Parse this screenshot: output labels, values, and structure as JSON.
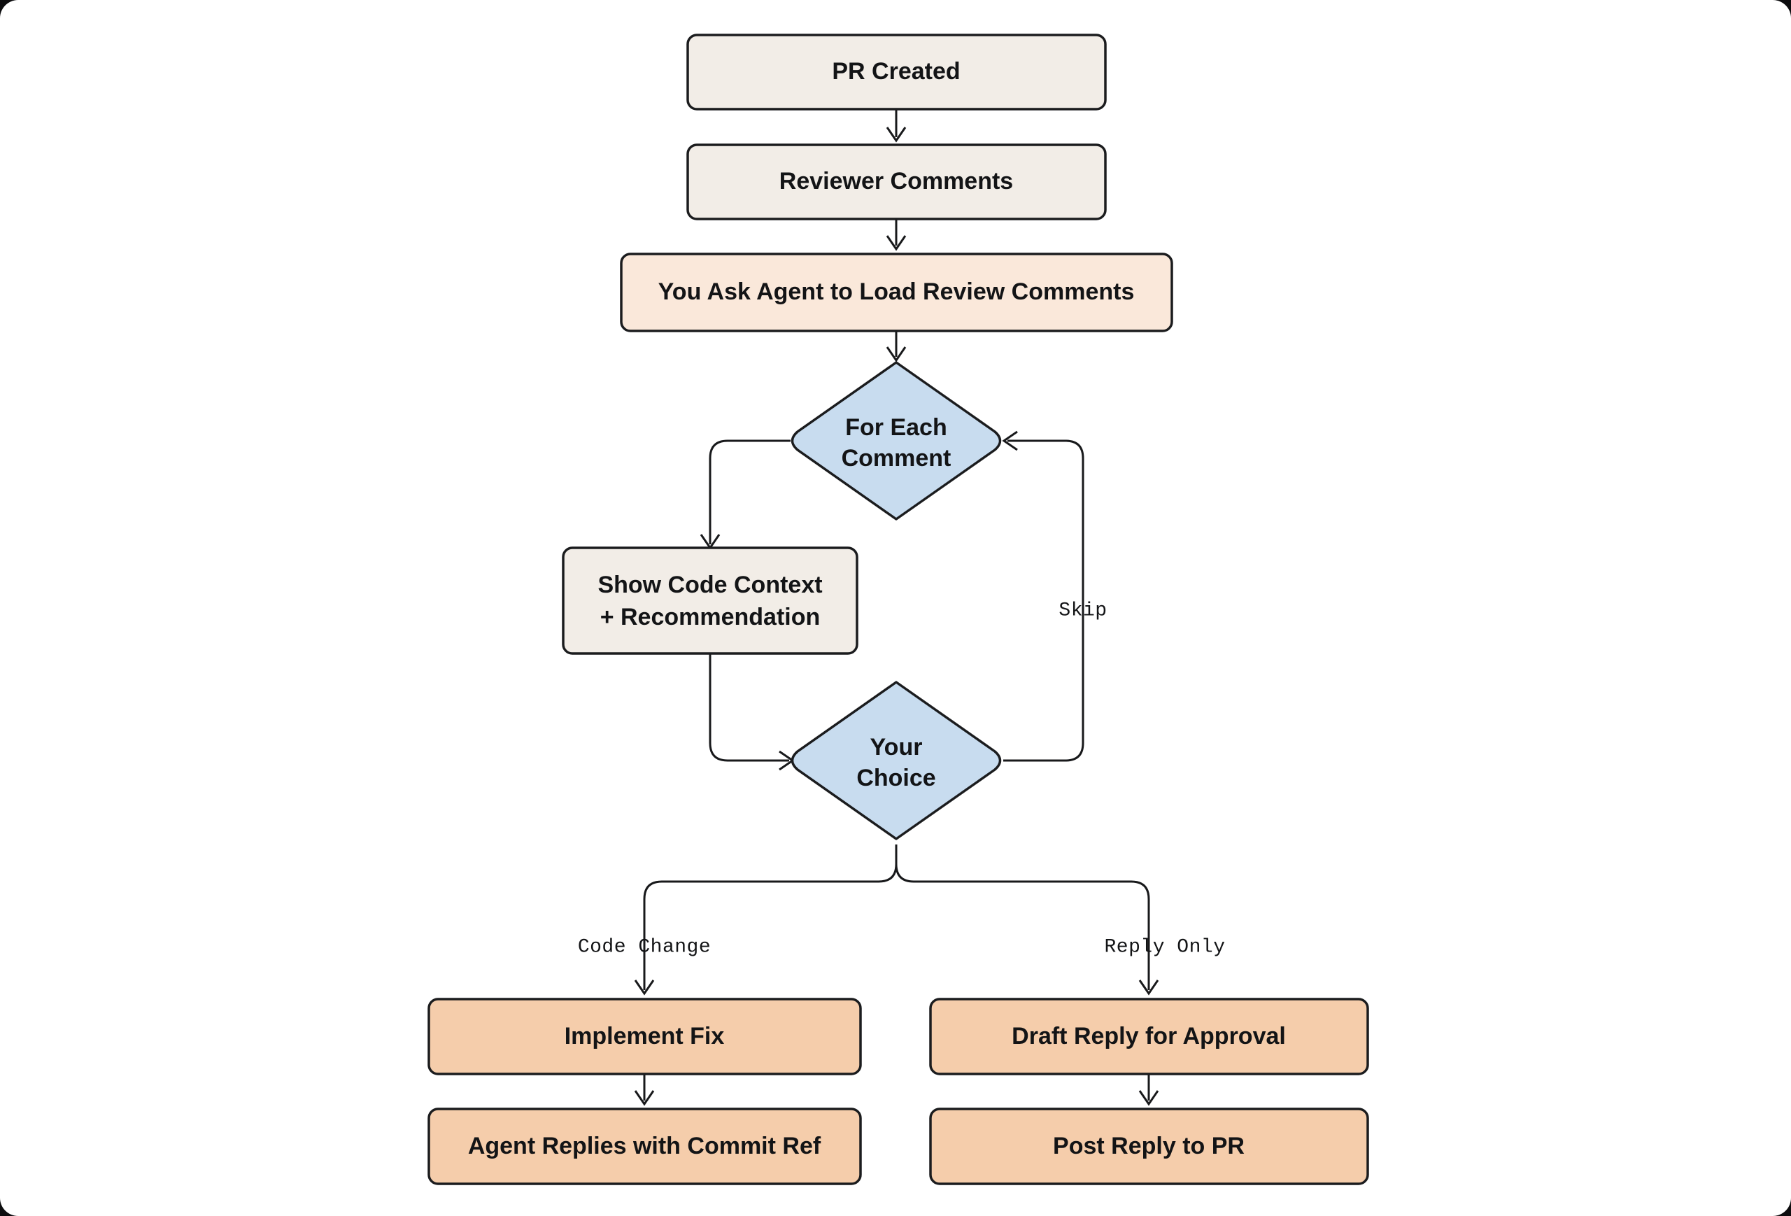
{
  "diagram": {
    "type": "flowchart",
    "direction": "top-down",
    "background": "#ffffff",
    "palette": {
      "cream_fill": "#f2ede7",
      "peach_light_fill": "#fae8da",
      "peach_fill": "#f5cdab",
      "blue_fill": "#c8dcef",
      "stroke": "#1b1c1e",
      "text": "#131416"
    },
    "nodes": [
      {
        "id": "pr_created",
        "label": "PR Created",
        "shape": "rounded-rect",
        "fill": "#f2ede7"
      },
      {
        "id": "reviewer",
        "label": "Reviewer Comments",
        "shape": "rounded-rect",
        "fill": "#f2ede7"
      },
      {
        "id": "ask_agent",
        "label": "You Ask Agent to Load Review Comments",
        "shape": "rounded-rect",
        "fill": "#fae8da"
      },
      {
        "id": "for_each",
        "label_line1": "For Each",
        "label_line2": "Comment",
        "shape": "diamond",
        "fill": "#c8dcef"
      },
      {
        "id": "show_context",
        "label_line1": "Show Code Context",
        "label_line2": "+ Recommendation",
        "shape": "rounded-rect",
        "fill": "#f2ede7"
      },
      {
        "id": "your_choice",
        "label_line1": "Your",
        "label_line2": "Choice",
        "shape": "diamond",
        "fill": "#c8dcef"
      },
      {
        "id": "implement_fix",
        "label": "Implement Fix",
        "shape": "rounded-rect",
        "fill": "#f5cdab"
      },
      {
        "id": "agent_replies",
        "label": "Agent Replies with Commit Ref",
        "shape": "rounded-rect",
        "fill": "#f5cdab"
      },
      {
        "id": "draft_reply",
        "label": "Draft Reply for Approval",
        "shape": "rounded-rect",
        "fill": "#f5cdab"
      },
      {
        "id": "post_reply",
        "label": "Post Reply to PR",
        "shape": "rounded-rect",
        "fill": "#f5cdab"
      }
    ],
    "edges": [
      {
        "from": "pr_created",
        "to": "reviewer",
        "label": ""
      },
      {
        "from": "reviewer",
        "to": "ask_agent",
        "label": ""
      },
      {
        "from": "ask_agent",
        "to": "for_each",
        "label": ""
      },
      {
        "from": "for_each",
        "to": "show_context",
        "label": ""
      },
      {
        "from": "show_context",
        "to": "your_choice",
        "label": ""
      },
      {
        "from": "your_choice",
        "to": "for_each",
        "label": "Skip"
      },
      {
        "from": "your_choice",
        "to": "implement_fix",
        "label": "Code Change"
      },
      {
        "from": "your_choice",
        "to": "draft_reply",
        "label": "Reply Only"
      },
      {
        "from": "implement_fix",
        "to": "agent_replies",
        "label": ""
      },
      {
        "from": "draft_reply",
        "to": "post_reply",
        "label": ""
      }
    ]
  }
}
